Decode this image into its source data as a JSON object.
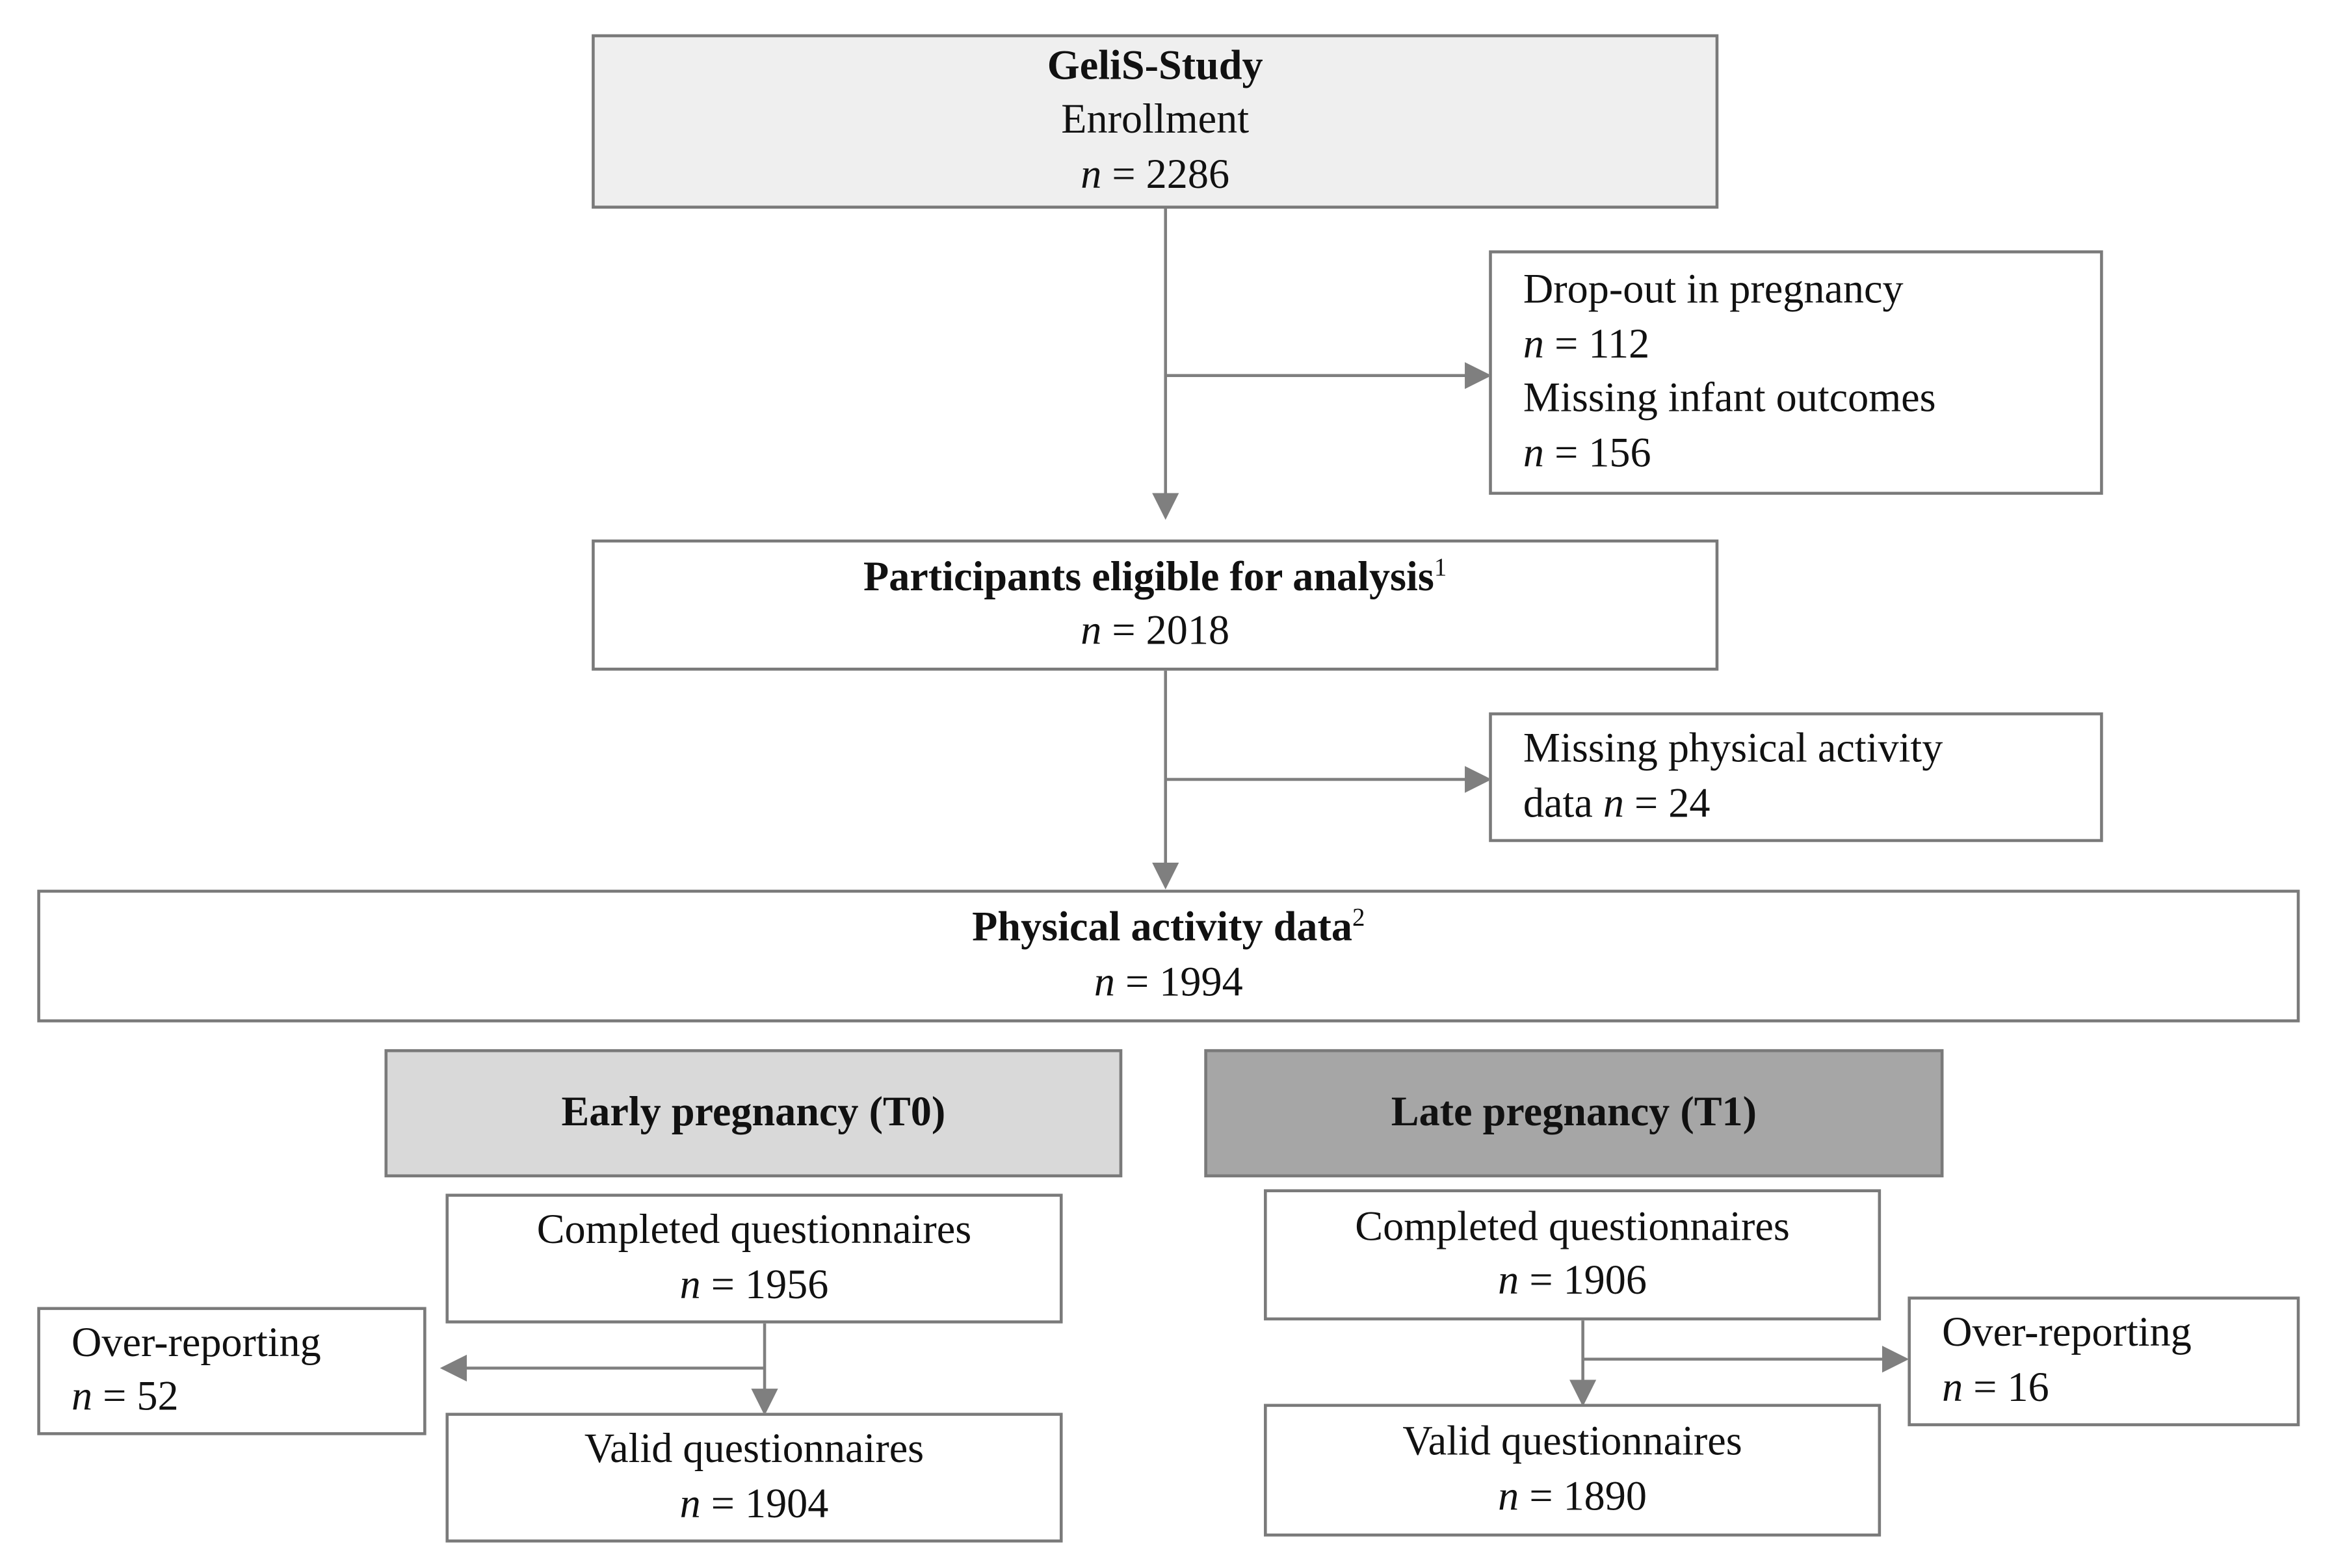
{
  "colors": {
    "border": "#7a7a7a",
    "arrow": "#7f7f7f",
    "box_light": "#efefef",
    "box_mid": "#d9d9d9",
    "box_dark": "#a6a6a6"
  },
  "enrollment": {
    "title": "GeliS-Study",
    "subtitle": "Enrollment",
    "n_label": "n",
    "n_value": " = 2286"
  },
  "exclusion_1": {
    "line1": "Drop-out in pregnancy",
    "n1_label": "n",
    "n1_value": " = 112",
    "line2": "Missing infant outcomes",
    "n2_label": "n",
    "n2_value": " = 156"
  },
  "eligible": {
    "title": "Participants eligible for analysis",
    "sup": "1",
    "n_label": "n",
    "n_value": " = 2018"
  },
  "exclusion_2": {
    "line1": "Missing physical activity",
    "line2_prefix": "data ",
    "n_label": "n",
    "n_value": " = 24"
  },
  "pa_data": {
    "title": "Physical activity data",
    "sup": "2",
    "n_label": "n",
    "n_value": " = 1994"
  },
  "early": {
    "header": "Early pregnancy (T0)",
    "completed_label": "Completed questionnaires",
    "completed_n_label": "n",
    "completed_n_value": " = 1956",
    "over_label": "Over-reporting",
    "over_n_label": "n",
    "over_n_value": " = 52",
    "valid_label": "Valid questionnaires",
    "valid_n_label": "n",
    "valid_n_value": " = 1904"
  },
  "late": {
    "header": "Late pregnancy (T1)",
    "completed_label": "Completed questionnaires",
    "completed_n_label": "n",
    "completed_n_value": " = 1906",
    "over_label": "Over-reporting",
    "over_n_label": "n",
    "over_n_value": " = 16",
    "valid_label": "Valid questionnaires",
    "valid_n_label": "n",
    "valid_n_value": " = 1890"
  }
}
